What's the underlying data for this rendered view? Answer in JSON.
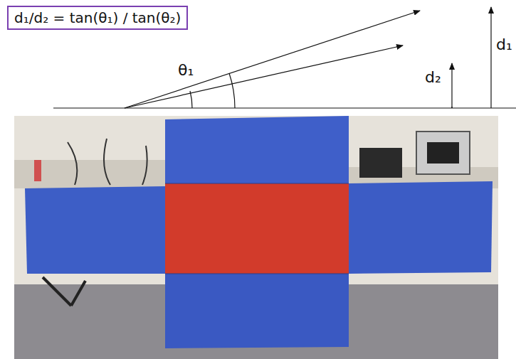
{
  "diagram": {
    "nodes": [
      {
        "text": [
          "d₁/d₂ = tan(θ₁) / tan(θ₂)"
        ]
      }
    ],
    "labels": [
      "θ₁",
      "d₂",
      "d₁"
    ]
  }
}
